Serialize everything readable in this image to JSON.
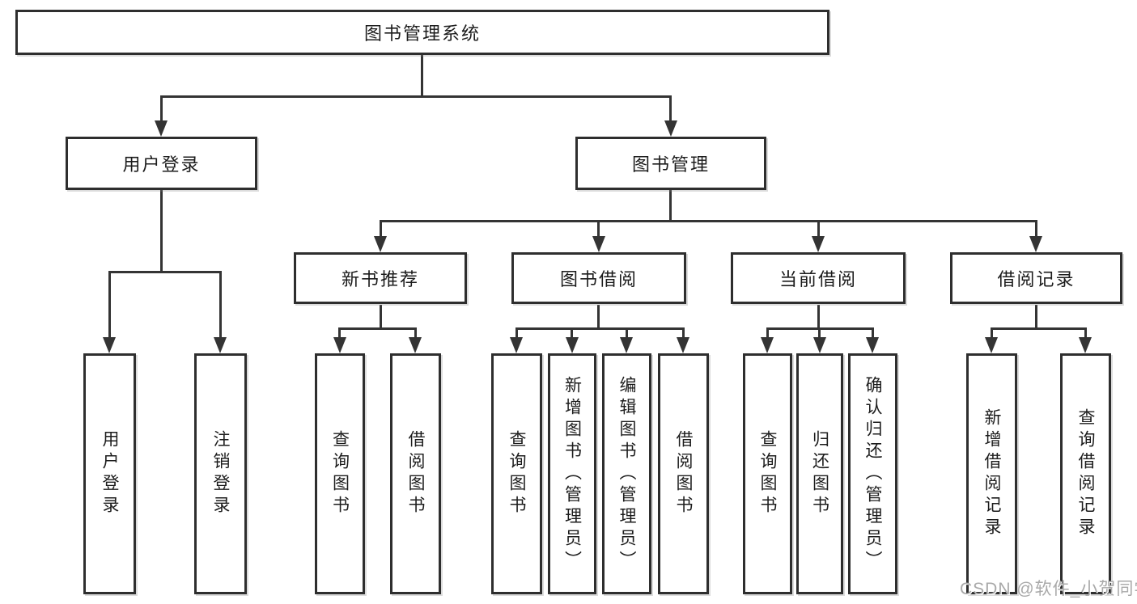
{
  "colors": {
    "background": "#ffffff",
    "box_border": "#2e2e2e",
    "connector_line": "#343434",
    "text": "#1c1c1c",
    "watermark_text": "#a9a9a9"
  },
  "tree": {
    "label": "图书管理系统",
    "children": [
      {
        "label": "用户登录",
        "children": [
          {
            "label": "用户登录"
          },
          {
            "label": "注销登录"
          }
        ]
      },
      {
        "label": "图书管理",
        "children": [
          {
            "label": "新书推荐",
            "children": [
              {
                "label": "查询图书"
              },
              {
                "label": "借阅图书"
              }
            ]
          },
          {
            "label": "图书借阅",
            "children": [
              {
                "label": "查询图书"
              },
              {
                "label": "新增图书（管理员）"
              },
              {
                "label": "编辑图书（管理员）"
              },
              {
                "label": "借阅图书"
              }
            ]
          },
          {
            "label": "当前借阅",
            "children": [
              {
                "label": "查询图书"
              },
              {
                "label": "归还图书"
              },
              {
                "label": "确认归还（管理员）"
              }
            ]
          },
          {
            "label": "借阅记录",
            "children": [
              {
                "label": "新增借阅记录"
              },
              {
                "label": "查询借阅记录"
              }
            ]
          }
        ]
      }
    ]
  },
  "watermark": "CSDN @软件_小贺同学"
}
